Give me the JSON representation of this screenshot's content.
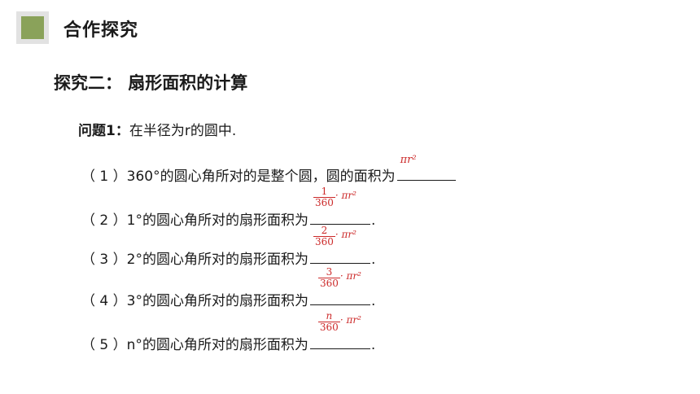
{
  "header": {
    "title": "合作探究"
  },
  "section": {
    "title": "探究二： 扇形面积的计算"
  },
  "question": {
    "label": "问题1：",
    "text": "在半径为r的圆中."
  },
  "items": [
    {
      "text": "（ 1 ）360°的圆心角所对的是整个圆，圆的面积为",
      "answer": "πr²",
      "suffix": ""
    },
    {
      "text": "（ 2 ）1°的圆心角所对的扇形面积为",
      "num": "1",
      "den": "360",
      "tail": "· πr²",
      "suffix": "."
    },
    {
      "text": "（ 3 ）2°的圆心角所对的扇形面积为",
      "num": "2",
      "den": "360",
      "tail": "· πr²",
      "suffix": "."
    },
    {
      "text": "（ 4 ）3°的圆心角所对的扇形面积为",
      "num": "3",
      "den": "360",
      "tail": "· πr²",
      "suffix": "."
    },
    {
      "text": "（ 5 ）n°的圆心角所对的扇形面积为",
      "num": "n",
      "den": "360",
      "tail": "· πr²",
      "suffix": "."
    }
  ],
  "colors": {
    "answer": "#cc2a2a",
    "logo": "#8aa25a"
  }
}
